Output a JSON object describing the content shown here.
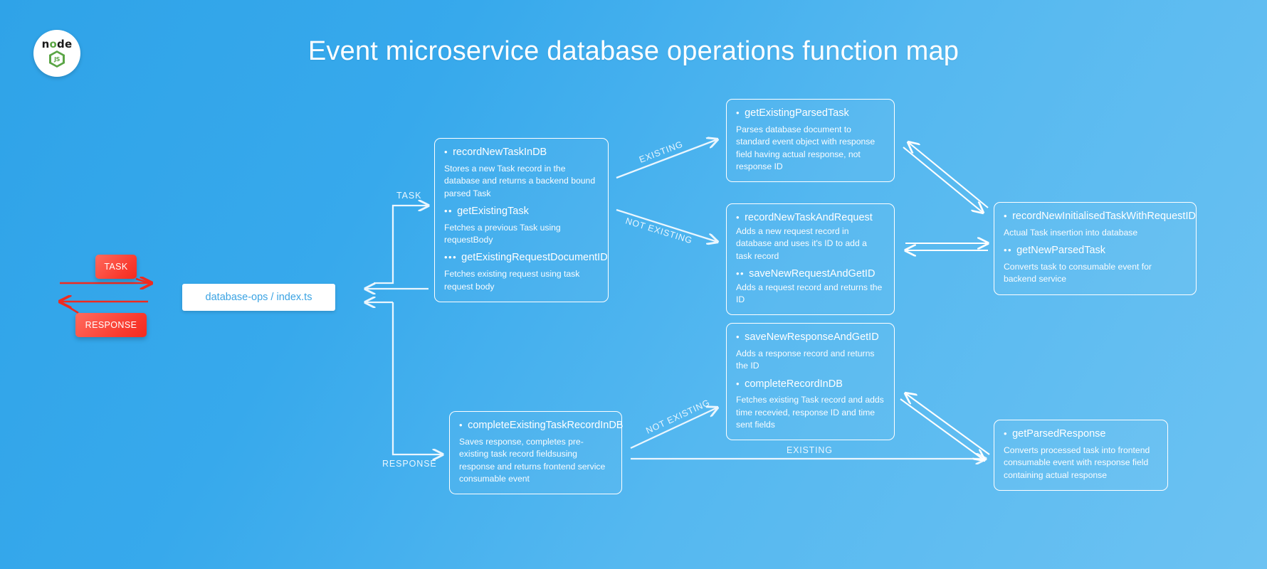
{
  "header": {
    "title": "Event microservice database operations function map",
    "logo": {
      "word_prefix": "n",
      "word_o": "o",
      "word_suffix": "de",
      "hex_text": "JS"
    }
  },
  "flow": {
    "task_badge": "TASK",
    "response_badge": "RESPONSE",
    "index_box": "database-ops / index.ts",
    "branch_task_label": "TASK",
    "branch_response_label": "RESPONSE",
    "edge_existing_top": "EXISTING",
    "edge_not_existing_top": "NOT EXISTING",
    "edge_not_existing_bottom": "NOT EXISTING",
    "edge_existing_bottom": "EXISTING"
  },
  "cards": {
    "recordNewTaskInDB": {
      "entries": [
        {
          "dots": "•",
          "name": "recordNewTaskInDB",
          "desc": "Stores a new Task record in the database and returns a backend bound parsed Task"
        },
        {
          "dots": "••",
          "name": "getExistingTask",
          "desc": "Fetches a previous Task using requestBody"
        },
        {
          "dots": "•••",
          "name": "getExistingRequestDocumentID",
          "desc": "Fetches existing request using task request body"
        }
      ]
    },
    "getExistingParsedTask": {
      "entries": [
        {
          "dots": "•",
          "name": "getExistingParsedTask",
          "desc": "Parses database document to standard event object with response field having actual response, not response ID"
        }
      ]
    },
    "recordNewTaskAndRequest": {
      "entries": [
        {
          "dots": "•",
          "name": "recordNewTaskAndRequest",
          "desc": "Adds a new request record in database and uses it's ID to add a task record"
        },
        {
          "dots": "••",
          "name": "saveNewRequestAndGetID",
          "desc": "Adds a request record and returns the ID"
        }
      ]
    },
    "recordNewInitialisedTaskWithRequestID": {
      "entries": [
        {
          "dots": "•",
          "name": "recordNewInitialisedTaskWithRequestID",
          "desc": "Actual Task insertion into database"
        },
        {
          "dots": "••",
          "name": "getNewParsedTask",
          "desc": "Converts task to consumable event for backend service"
        }
      ]
    },
    "saveNewResponseAndGetID": {
      "entries": [
        {
          "dots": "•",
          "name": "saveNewResponseAndGetID",
          "desc": "Adds a response record and returns the ID"
        },
        {
          "dots": "•",
          "name": "completeRecordInDB",
          "desc": "Fetches existing Task record and adds time recevied, response ID and time sent fields"
        }
      ]
    },
    "completeExistingTaskRecordInDB": {
      "entries": [
        {
          "dots": "•",
          "name": "completeExistingTaskRecordInDB",
          "desc": "Saves response, completes pre-existing task record fieldsusing response and returns frontend service consumable event"
        }
      ]
    },
    "getParsedResponse": {
      "entries": [
        {
          "dots": "•",
          "name": "getParsedResponse",
          "desc": "Converts processed task into frontend consumable event with response field containing actual response"
        }
      ]
    }
  },
  "colors": {
    "background_start": "#2fa3e8",
    "background_end": "#6cc2f2",
    "badge_red": "#f93a2e",
    "card_border": "#ffffff",
    "link_blue": "#3aa3e3"
  }
}
